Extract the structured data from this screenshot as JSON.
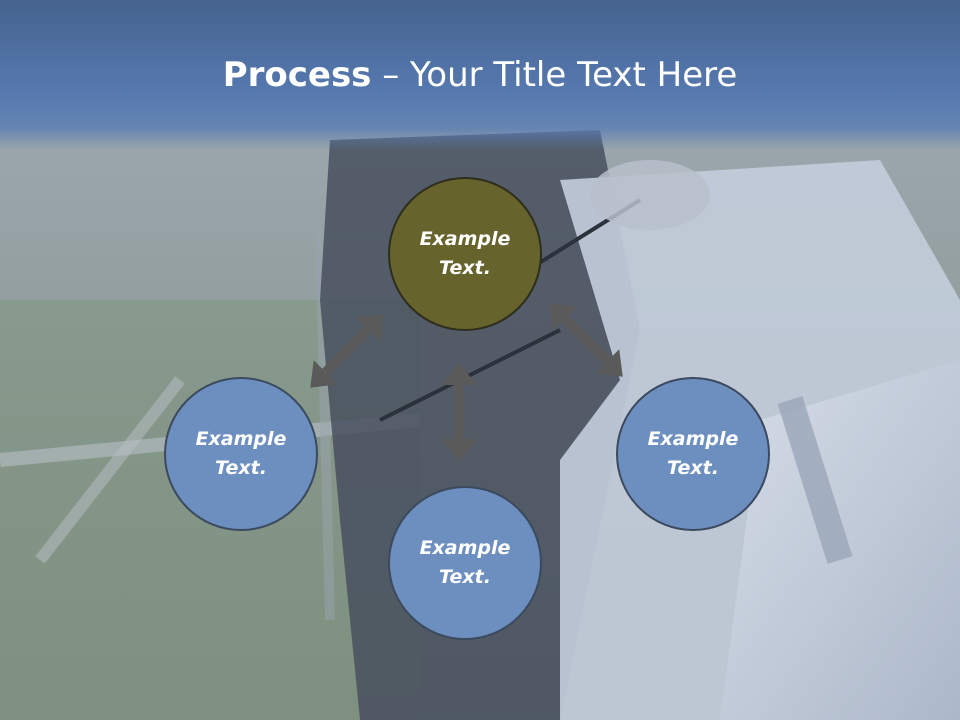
{
  "title": {
    "bold": "Process",
    "rest": " – Your Title Text Here"
  },
  "nodes": [
    {
      "label": "Example\nText.",
      "color": "#67632c"
    },
    {
      "label": "Example\nText.",
      "color": "#6d8fc0"
    },
    {
      "label": "Example\nText.",
      "color": "#6d8fc0"
    },
    {
      "label": "Example\nText.",
      "color": "#6d8fc0"
    }
  ],
  "colors": {
    "title_bar": "#5578ae",
    "arrow": "#5a5a5a",
    "node_blue": "#6d8fc0",
    "node_olive": "#67632c"
  }
}
